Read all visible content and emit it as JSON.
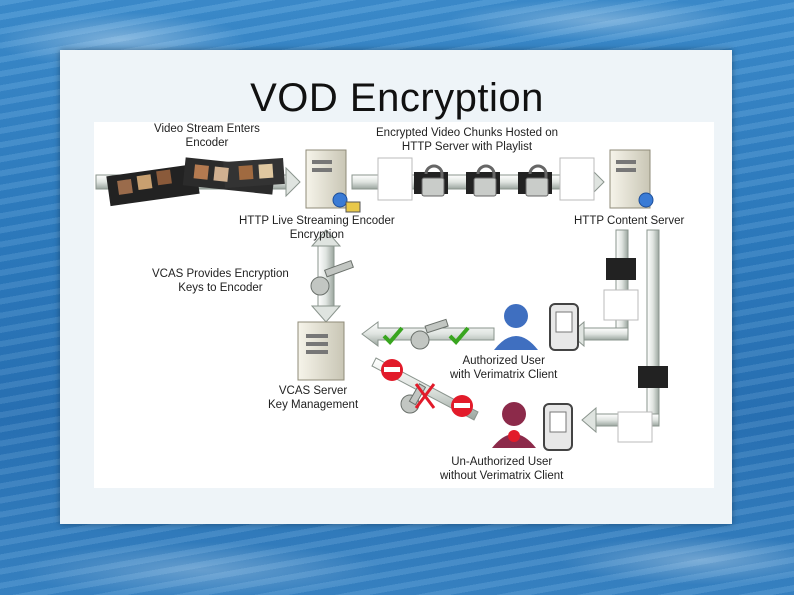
{
  "slide": {
    "title": "VOD Encryption"
  },
  "labels": {
    "video_stream": [
      "Video Stream Enters",
      "Encoder"
    ],
    "encrypted_chunks": [
      "Encrypted Video Chunks Hosted on",
      "HTTP Server with Playlist"
    ],
    "encoder": [
      "HTTP Live Streaming Encoder",
      "Encryption"
    ],
    "content_server": "HTTP Content Server",
    "vcas_keys": [
      "VCAS Provides Encryption",
      "Keys to Encoder"
    ],
    "vcas_server": [
      "VCAS Server",
      "Key Management"
    ],
    "authorized": [
      "Authorized User",
      "with Verimatrix Client"
    ],
    "unauthorized": [
      "Un-Authorized User",
      "without Verimatrix Client"
    ]
  }
}
